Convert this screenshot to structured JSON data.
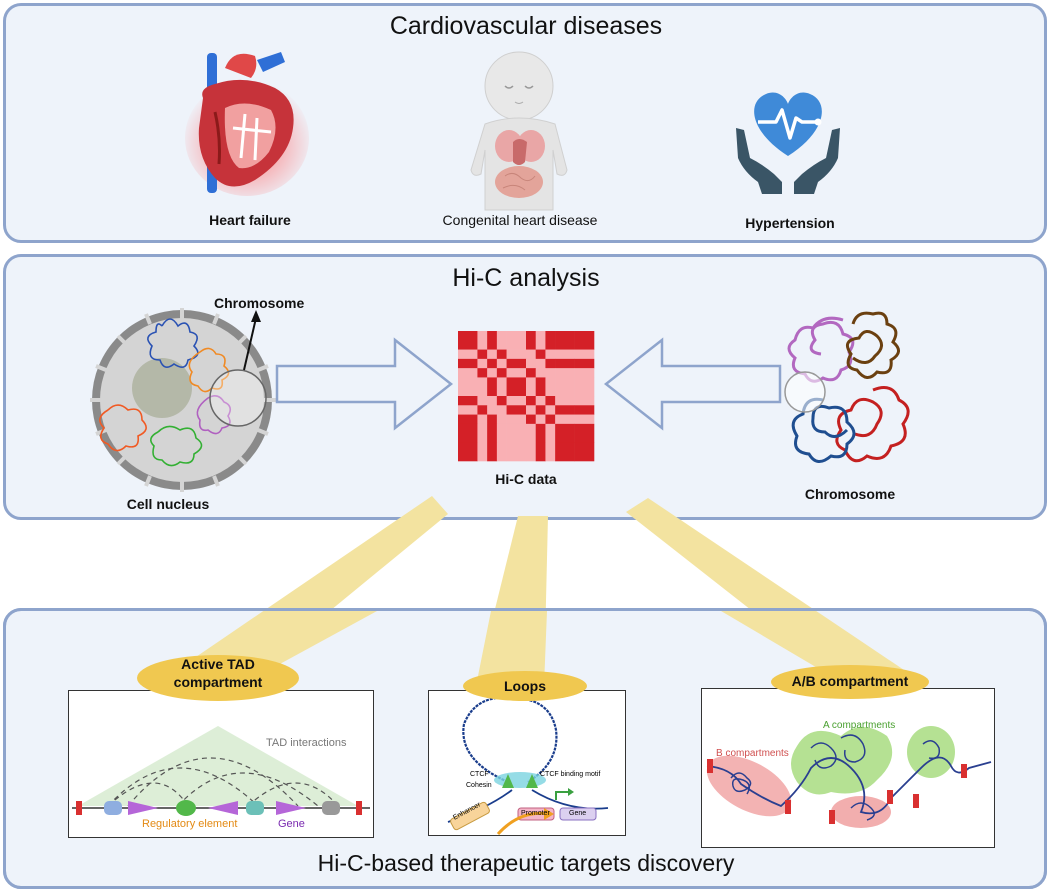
{
  "top_panel": {
    "title": "Cardiovascular diseases",
    "items": [
      {
        "label": "Heart failure"
      },
      {
        "label": "Congenital heart disease"
      },
      {
        "label": "Hypertension"
      }
    ]
  },
  "mid_panel": {
    "title": "Hi-C analysis",
    "nucleus_label": "Cell nucleus",
    "chromosome_pointer_label": "Chromosome",
    "hic_label": "Hi-C data",
    "chromosome_label": "Chromosome"
  },
  "bottom_panel": {
    "title": "Hi-C-based therapeutic targets discovery",
    "tad": {
      "oval_label_line1": "Active TAD",
      "oval_label_line2": "compartment",
      "interactions_label": "TAD interactions",
      "regulatory_label": "Regulatory element",
      "gene_label": "Gene"
    },
    "loops": {
      "oval_label": "Loops",
      "ctcf_label": "CTCF",
      "cohesin_label": "Cohesin",
      "motif_label": "CTCF binding motif",
      "enhancer_label": "Enhancer",
      "promoter_label": "Promoter",
      "gene_label": "Gene"
    },
    "ab": {
      "oval_label": "A/B compartment",
      "a_label": "A compartments",
      "b_label": "B compartments"
    }
  },
  "colors": {
    "panel_fill": "#eef3fa",
    "panel_border": "#8ea4cc",
    "cone": "#f3e3a0",
    "oval": "#f0c850",
    "hic_red": "#d42027",
    "hic_pink": "#f9b0b4"
  },
  "icons": [
    "heart-anatomy-icon",
    "infant-body-icon",
    "heart-in-hands-icon",
    "cell-nucleus-icon",
    "hic-matrix-icon",
    "chromosome-tangle-icon"
  ]
}
